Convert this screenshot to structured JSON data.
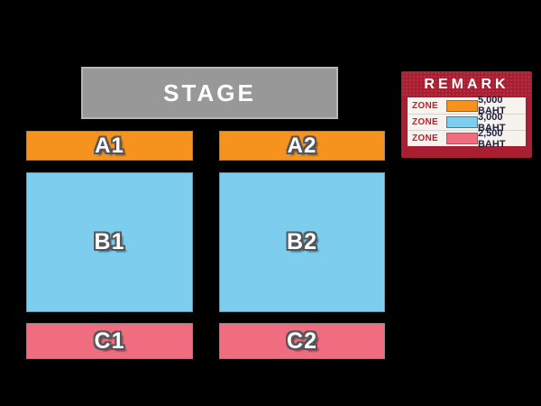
{
  "stage": {
    "label": "STAGE"
  },
  "zones": [
    {
      "label": "A1",
      "color": "#F6921E"
    },
    {
      "label": "A2",
      "color": "#F6921E"
    },
    {
      "label": "B1",
      "color": "#7DCDEE"
    },
    {
      "label": "B2",
      "color": "#7DCDEE"
    },
    {
      "label": "C1",
      "color": "#F06D80"
    },
    {
      "label": "C2",
      "color": "#F06D80"
    }
  ],
  "legend": {
    "title": "REMARK",
    "rows": [
      {
        "zone_label": "ZONE",
        "color": "#F6921E",
        "price": "5,000 BAHT"
      },
      {
        "zone_label": "ZONE",
        "color": "#7DCDEE",
        "price": "3,000 BAHT"
      },
      {
        "zone_label": "ZONE",
        "color": "#F06D80",
        "price": "2,500 BAHT"
      }
    ]
  },
  "colors": {
    "background": "#000000",
    "stage_fill": "#989898",
    "stage_border": "#B4B7B5",
    "zone_a": "#F6921E",
    "zone_b": "#7DCDEE",
    "zone_c": "#F06D80",
    "legend_red": "#AA1E32",
    "zone_text_red": "#C2202D",
    "price_text": "#1E1F3A"
  }
}
